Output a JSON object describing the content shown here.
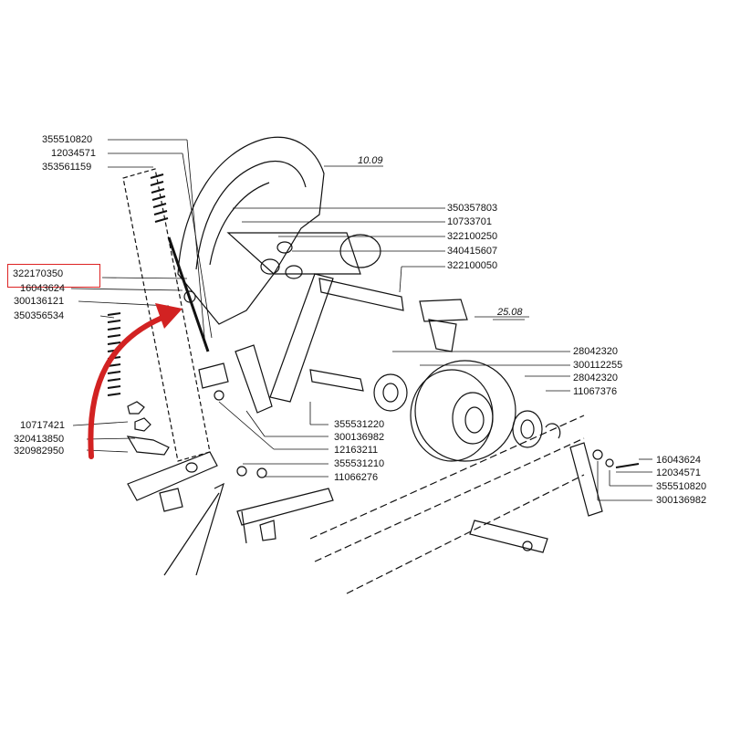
{
  "labels": {
    "l355510820_a": "355510820",
    "l12034571_a": "12034571",
    "l353561159": "353561159",
    "l322170350": "322170350",
    "l16043624_a": "16043624",
    "l300136121": "300136121",
    "l350356534": "350356534",
    "l10717421": "10717421",
    "l320413850": "320413850",
    "l320982950": "320982950",
    "l350357803": "350357803",
    "l10733701": "10733701",
    "l322100250": "322100250",
    "l340415607": "340415607",
    "l322100050": "322100050",
    "l28042320_a": "28042320",
    "l300112255": "300112255",
    "l28042320_b": "28042320",
    "l11067376": "11067376",
    "l355531220": "355531220",
    "l300136982_a": "300136982",
    "l12163211": "12163211",
    "l355531210": "355531210",
    "l11066276": "11066276",
    "l16043624_b": "16043624",
    "l12034571_b": "12034571",
    "l355510820_b": "355510820",
    "l300136982_b": "300136982"
  },
  "refs": {
    "r1009": "10.09",
    "r2508": "25.08"
  },
  "colors": {
    "line": "#111111",
    "highlight": "#d22222"
  }
}
